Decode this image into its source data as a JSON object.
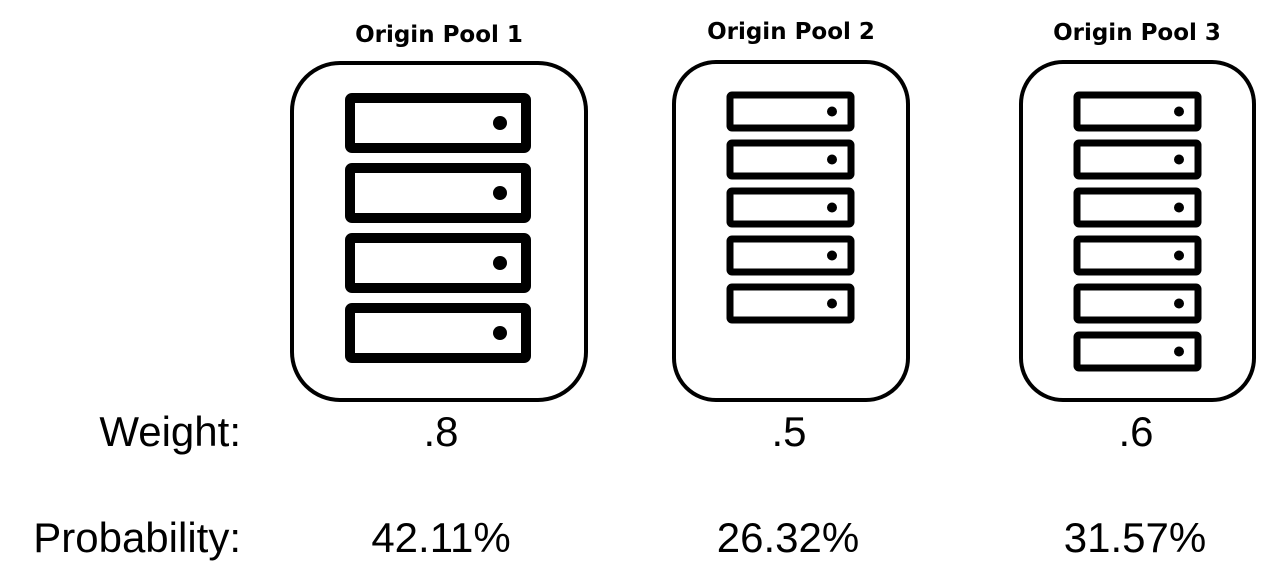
{
  "labels": {
    "weight": "Weight:",
    "probability": "Probability:"
  },
  "pools": [
    {
      "title": "Origin Pool 1",
      "weight": ".8",
      "probability": "42.11%",
      "server_units": 4
    },
    {
      "title": "Origin Pool 2",
      "weight": ".5",
      "probability": "26.32%",
      "server_units": 5
    },
    {
      "title": "Origin Pool 3",
      "weight": ".6",
      "probability": "31.57%",
      "server_units": 6
    }
  ]
}
